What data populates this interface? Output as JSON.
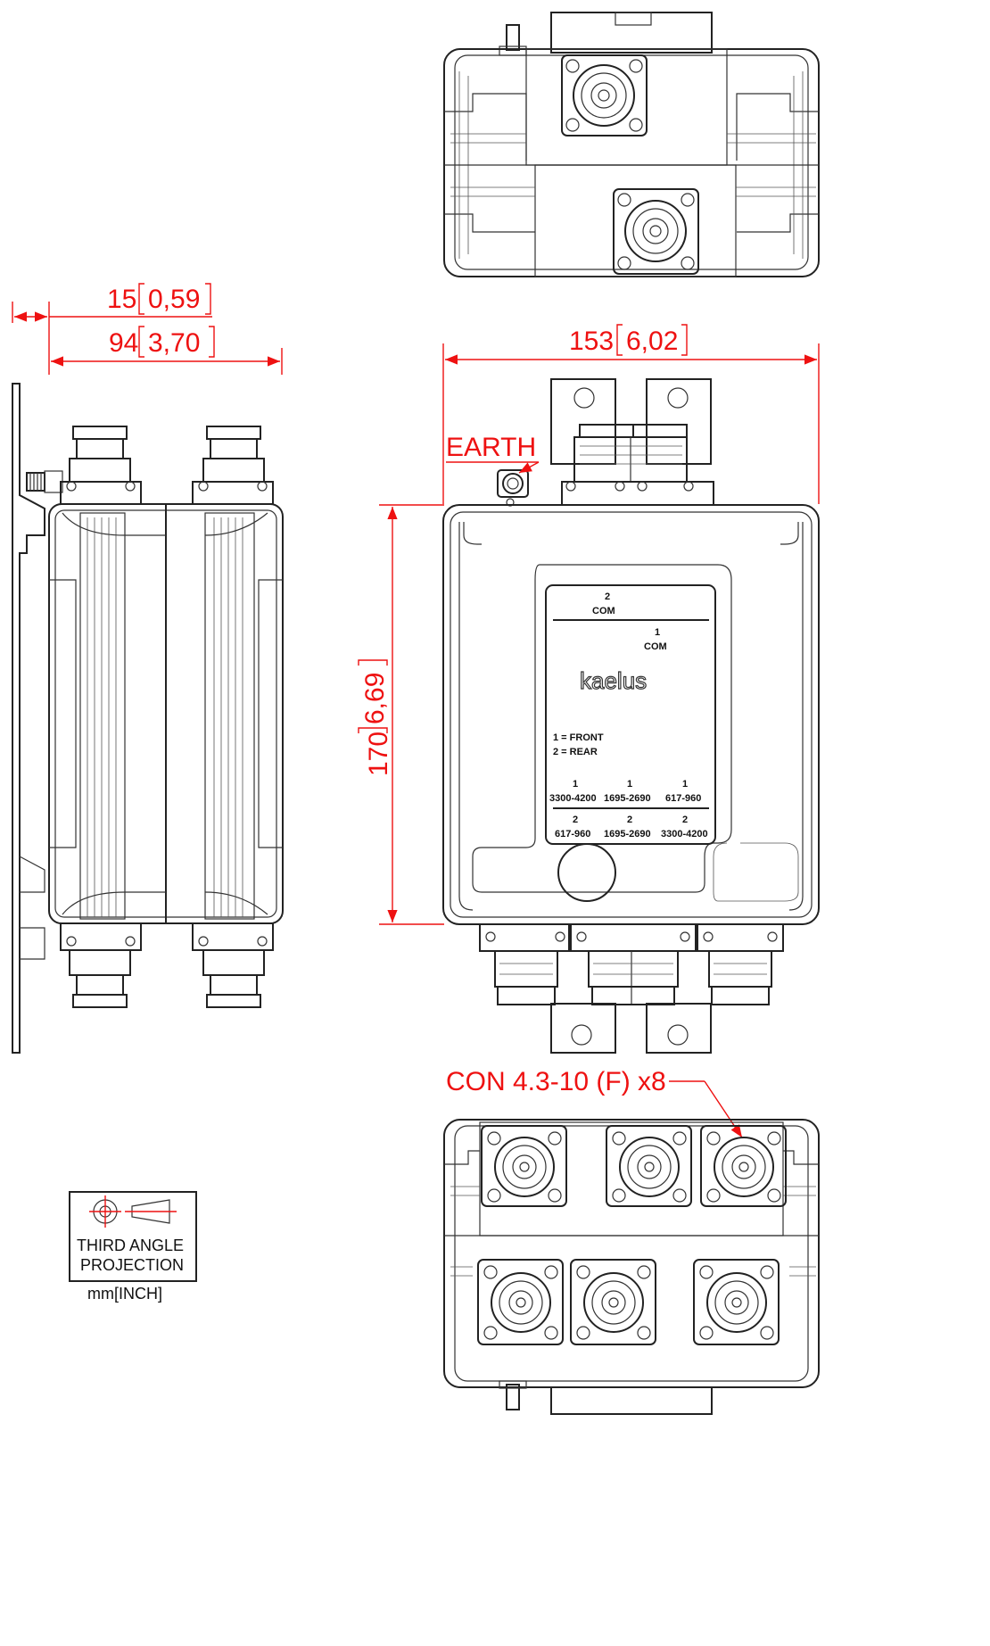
{
  "dimensions": {
    "side_depth_small": {
      "value": "15",
      "inch": "0,59"
    },
    "side_depth": {
      "value": "94",
      "inch": "3,70"
    },
    "front_width": {
      "value": "153",
      "inch": "6,02"
    },
    "front_height": {
      "value": "170",
      "inch": "6,69"
    }
  },
  "callouts": {
    "earth": "EARTH",
    "connector": "CON 4.3-10 (F) x8"
  },
  "label_plate": {
    "top_port_2_num": "2",
    "top_port_2_name": "COM",
    "top_port_1_num": "1",
    "top_port_1_name": "COM",
    "brand": "kaelus",
    "legend_line1": "1 = FRONT",
    "legend_line2": "2 = REAR",
    "row1": [
      {
        "num": "1",
        "band": "3300-4200"
      },
      {
        "num": "1",
        "band": "1695-2690"
      },
      {
        "num": "1",
        "band": "617-960"
      }
    ],
    "row2": [
      {
        "num": "2",
        "band": "617-960"
      },
      {
        "num": "2",
        "band": "1695-2690"
      },
      {
        "num": "2",
        "band": "3300-4200"
      }
    ]
  },
  "projection_box": {
    "line1": "THIRD ANGLE",
    "line2": "PROJECTION",
    "units": "mm[INCH]"
  },
  "colors": {
    "dimension": "#e11111",
    "outline": "#222222"
  }
}
